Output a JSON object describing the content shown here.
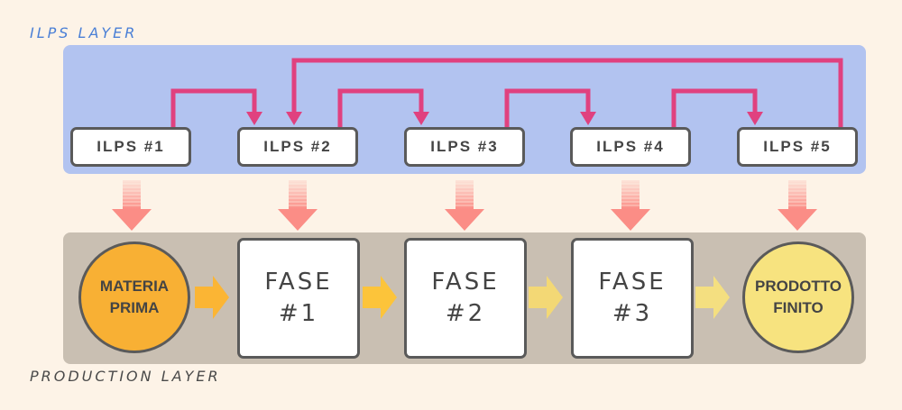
{
  "layers": {
    "ilps_label": "ILPS LAYER",
    "production_label": "PRODUCTION LAYER"
  },
  "ilps_nodes": [
    "ILPS #1",
    "ILPS #2",
    "ILPS #3",
    "ILPS #4",
    "ILPS #5"
  ],
  "production": {
    "start": {
      "line1": "MATERIA",
      "line2": "PRIMA"
    },
    "phases": [
      {
        "line1": "FASE",
        "line2": "#1"
      },
      {
        "line1": "FASE",
        "line2": "#2"
      },
      {
        "line1": "FASE",
        "line2": "#3"
      }
    ],
    "end": {
      "line1": "PRODOTTO",
      "line2": "FINITO"
    }
  },
  "colors": {
    "ilps_panel": "#b2c3f0",
    "production_panel": "#c9bfb2",
    "link_arrows": "#e0417f",
    "down_arrows": "#fb8d86",
    "materia_prima": "#f8b034",
    "prodotto_finito": "#f7e37f"
  }
}
